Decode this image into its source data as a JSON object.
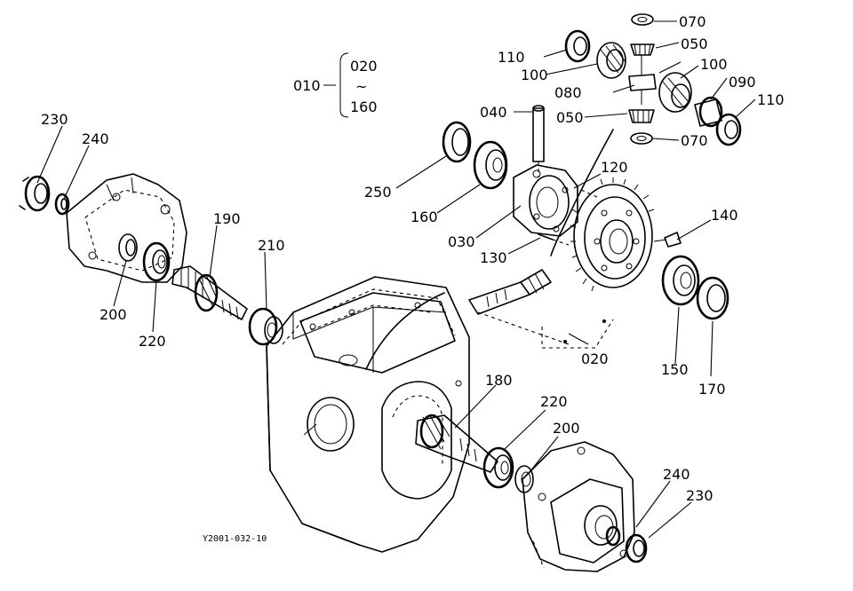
{
  "diagram": {
    "group_main": "010",
    "group_range_start": "020",
    "group_range_tilde": "~",
    "group_range_end": "160",
    "drawing_code": "Y2001-032-10",
    "callouts": {
      "c070a": "070",
      "c050a": "050",
      "c110a": "110",
      "c100a": "100",
      "c100b": "100",
      "c090": "090",
      "c080": "080",
      "c110b": "110",
      "c040": "040",
      "c050b": "050",
      "c070b": "070",
      "c120": "120",
      "c250": "250",
      "c160": "160",
      "c030": "030",
      "c140": "140",
      "c130": "130",
      "c230a": "230",
      "c240a": "240",
      "c190": "190",
      "c210": "210",
      "c200a": "200",
      "c220a": "220",
      "c020": "020",
      "c150": "150",
      "c170": "170",
      "c180": "180",
      "c220b": "220",
      "c200b": "200",
      "c240b": "240",
      "c230b": "230"
    }
  }
}
